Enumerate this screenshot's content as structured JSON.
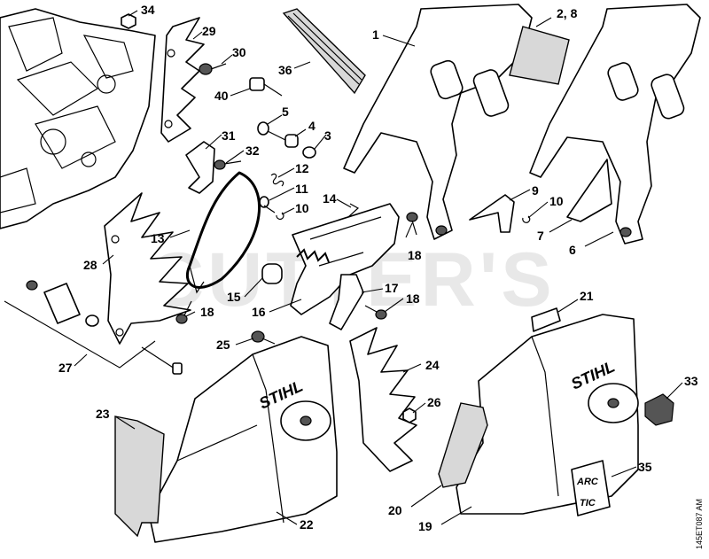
{
  "watermark": "CUTTER'S",
  "brand": "STIHL",
  "label_35": [
    "ARC",
    "TIC"
  ],
  "doc_id": "145ET087 AM",
  "callouts": [
    {
      "id": "c34",
      "text": "34"
    },
    {
      "id": "c29",
      "text": "29"
    },
    {
      "id": "c30",
      "text": "30"
    },
    {
      "id": "c36",
      "text": "36"
    },
    {
      "id": "c1",
      "text": "1"
    },
    {
      "id": "c28",
      "text": "2, 8"
    },
    {
      "id": "c40",
      "text": "40"
    },
    {
      "id": "c5",
      "text": "5"
    },
    {
      "id": "c4",
      "text": "4"
    },
    {
      "id": "c3",
      "text": "3"
    },
    {
      "id": "c31",
      "text": "31"
    },
    {
      "id": "c32",
      "text": "32"
    },
    {
      "id": "c12",
      "text": "12"
    },
    {
      "id": "c11",
      "text": "11"
    },
    {
      "id": "c10a",
      "text": "10"
    },
    {
      "id": "c14",
      "text": "14"
    },
    {
      "id": "c9",
      "text": "9"
    },
    {
      "id": "c10b",
      "text": "10"
    },
    {
      "id": "c7",
      "text": "7"
    },
    {
      "id": "c6",
      "text": "6"
    },
    {
      "id": "c13",
      "text": "13"
    },
    {
      "id": "c18a",
      "text": "18"
    },
    {
      "id": "c28b",
      "text": "28"
    },
    {
      "id": "c15",
      "text": "15"
    },
    {
      "id": "c16",
      "text": "16"
    },
    {
      "id": "c17",
      "text": "17"
    },
    {
      "id": "c18b",
      "text": "18"
    },
    {
      "id": "c18c",
      "text": "18"
    },
    {
      "id": "c21",
      "text": "21"
    },
    {
      "id": "c25",
      "text": "25"
    },
    {
      "id": "c27",
      "text": "27"
    },
    {
      "id": "c24",
      "text": "24"
    },
    {
      "id": "c26",
      "text": "26"
    },
    {
      "id": "c33",
      "text": "33"
    },
    {
      "id": "c23",
      "text": "23"
    },
    {
      "id": "c35",
      "text": "35"
    },
    {
      "id": "c22",
      "text": "22"
    },
    {
      "id": "c20",
      "text": "20"
    },
    {
      "id": "c19",
      "text": "19"
    }
  ]
}
